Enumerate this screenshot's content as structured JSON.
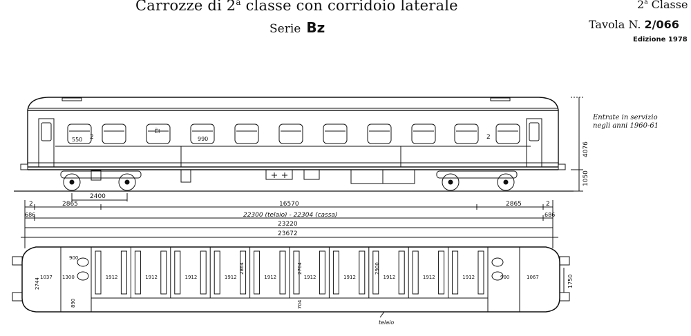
{
  "header": {
    "title_main": "Carrozze di 2",
    "title_sup": "a",
    "title_rest": " classe con corridoio laterale",
    "serie_label": "Serie",
    "serie_code": "Bz",
    "class_main": "2",
    "class_sup": "a",
    "class_rest": " Classe",
    "tavola_label": "Tavola N.",
    "tavola_code": "2/066",
    "edizione": "Edizione 1978"
  },
  "note": {
    "line1": "Entrate in servizio",
    "line2": "negli anni 1960-61"
  },
  "side_view": {
    "window_numbers": [
      "2",
      "2"
    ],
    "plates": [
      "550",
      "ȄI",
      "990"
    ],
    "height_total": "4076",
    "height_floor": "1050"
  },
  "dimensions": {
    "bogie_spacing": "2400",
    "end_small": "2",
    "end_overhang": "2865",
    "bogie_pivot_distance": "16570",
    "buffer_offset": "686",
    "frame_body_length": "22300 (telaio) - 22304 (cassa)",
    "length_over_body": "23220",
    "length_over_buffers": "23672"
  },
  "plan_view": {
    "vestibule_depth": "1037",
    "end_vestibule_depth": "1067",
    "toilet_width": "1300",
    "toilet_width_b": "900",
    "compartment_length": "1912",
    "compartment_count": 10,
    "corridor_inner": "2864",
    "corridor_mid": "2764",
    "compartment_width": "2900",
    "body_width_end": "2744",
    "side_width": "1750",
    "offset_small": "890",
    "corridor_width": "704",
    "frame_label": "telaio"
  }
}
